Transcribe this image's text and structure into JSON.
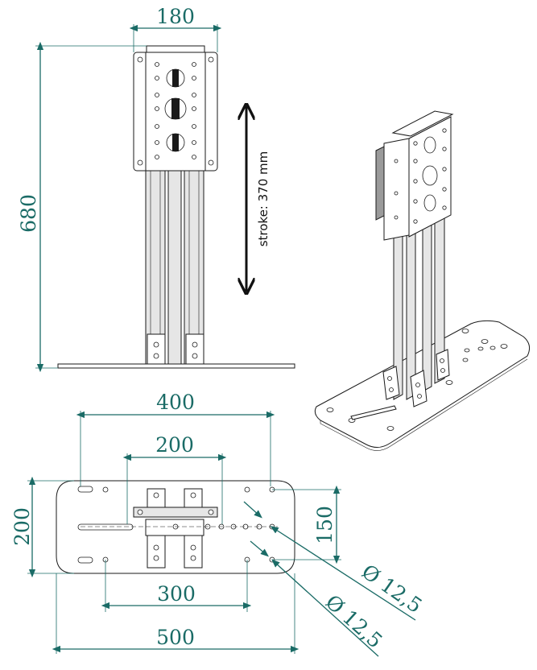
{
  "colors": {
    "dimension": "#1a6b66",
    "part": "#1a1a1a"
  },
  "front_view": {
    "width_dim": "180",
    "height_dim": "680",
    "stroke_label": "stroke: 370 mm"
  },
  "top_view": {
    "dim_400": "400",
    "dim_200_top": "200",
    "dim_200_left": "200",
    "dim_150": "150",
    "dim_300": "300",
    "dim_500": "500",
    "hole_dia_1": "Ø 12,5",
    "hole_dia_2": "Ø 12,5"
  }
}
